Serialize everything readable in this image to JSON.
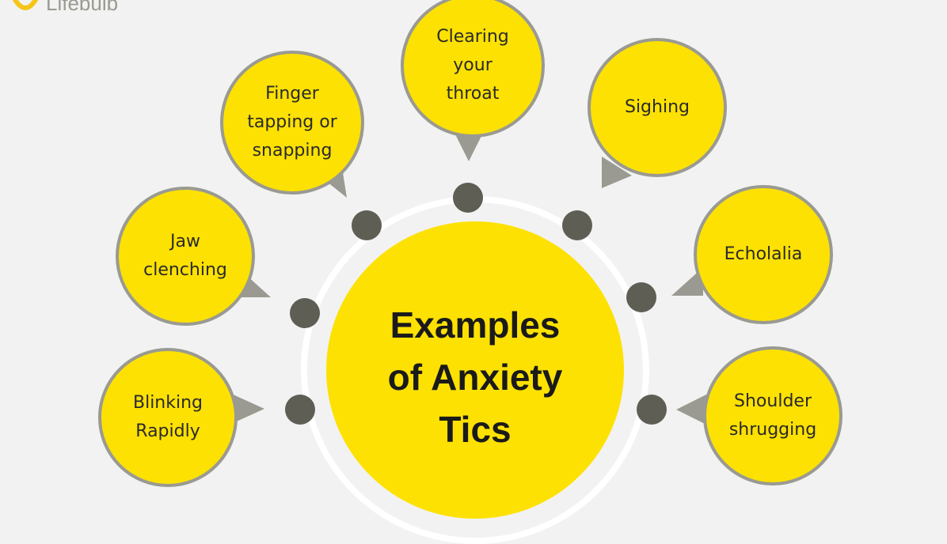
{
  "brand": {
    "name": "Lifebulb",
    "icon": "bulb-icon",
    "accent": "#f5c518"
  },
  "center": {
    "title": "Examples\nof Anxiety\nTics"
  },
  "bubbles": [
    {
      "label": "Blinking\nRapidly"
    },
    {
      "label": "Jaw\nclenching"
    },
    {
      "label": "Finger\ntapping or\nsnapping"
    },
    {
      "label": "Clearing\nyour\nthroat"
    },
    {
      "label": "Sighing"
    },
    {
      "label": "Echolalia"
    },
    {
      "label": "Shoulder\nshrugging"
    }
  ],
  "colors": {
    "yellow": "#fde102",
    "bubble_border": "#9a9a92",
    "dot": "#5e5e55",
    "background": "#f2f2f2"
  }
}
